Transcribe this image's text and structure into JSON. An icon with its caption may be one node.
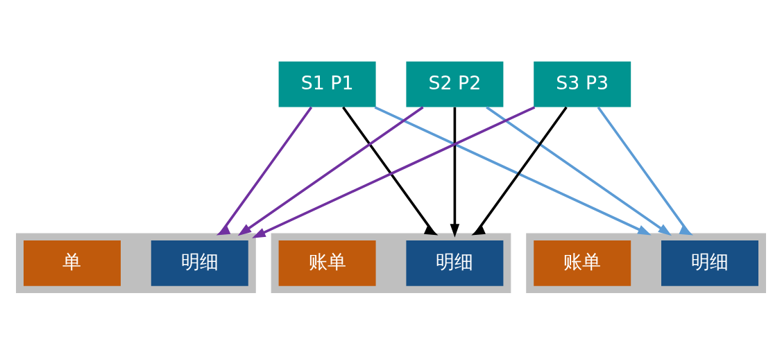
{
  "diagram": {
    "nodes": [
      {
        "text": [
          "S1 P1"
        ]
      },
      {
        "text": [
          "S2 P2"
        ]
      },
      {
        "text": [
          "S3 P3"
        ]
      },
      {
        "text": [],
        "shape": "box"
      },
      {
        "text": [
          "单"
        ],
        "in": 3
      },
      {
        "text": [
          "明细"
        ],
        "in": 3
      },
      {
        "text": [],
        "shape": "box"
      },
      {
        "text": [
          "账单"
        ],
        "in": 6
      },
      {
        "text": [
          "明细"
        ],
        "in": 6
      },
      {
        "text": [],
        "shape": "box"
      },
      {
        "text": [
          "账单"
        ],
        "in": 9
      },
      {
        "text": [
          "明细"
        ],
        "in": 9
      }
    ],
    "edges": [
      {
        "from": 0,
        "to": 3,
        "arrow": "to",
        "color": "#7030a0"
      },
      {
        "from": 0,
        "to": 6,
        "arrow": "to",
        "color": "#000000"
      },
      {
        "from": 0,
        "to": 9,
        "arrow": "to",
        "color": "#5b9bd5"
      },
      {
        "from": 1,
        "to": 3,
        "arrow": "to",
        "color": "#7030a0"
      },
      {
        "from": 1,
        "to": 6,
        "arrow": "to",
        "color": "#000000"
      },
      {
        "from": 1,
        "to": 9,
        "arrow": "to",
        "color": "#5b9bd5"
      },
      {
        "from": 2,
        "to": 3,
        "arrow": "to",
        "color": "#7030a0"
      },
      {
        "from": 2,
        "to": 6,
        "arrow": "to",
        "color": "#000000"
      },
      {
        "from": 2,
        "to": 9,
        "arrow": "to",
        "color": "#5b9bd5"
      }
    ]
  }
}
